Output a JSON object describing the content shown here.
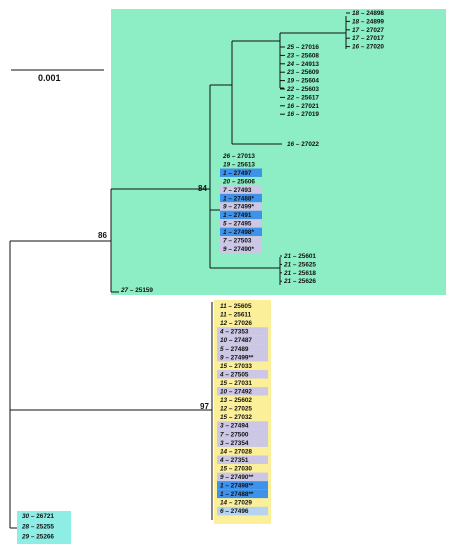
{
  "scale_bar": {
    "label": "0.001"
  },
  "bootstrap": {
    "inner_clade": "84",
    "upper_clade": "86",
    "lower_clade": "97"
  },
  "colors": {
    "green_box": "#8deec5",
    "cyan": "#8eeee6",
    "blue": "#3f92ea",
    "lavender": "#cdc7e6",
    "yellow": "#fbef9a",
    "light_blue": "#b6d3f0"
  },
  "groups": {
    "top_right": [
      [
        "18",
        "24898"
      ],
      [
        "18",
        "24899"
      ],
      [
        "17",
        "27027"
      ],
      [
        "17",
        "27017"
      ],
      [
        "16",
        "27020"
      ]
    ],
    "upper_mid": [
      [
        "25",
        "27016"
      ],
      [
        "23",
        "25608"
      ],
      [
        "24",
        "24913"
      ],
      [
        "23",
        "25609"
      ],
      [
        "19",
        "25604"
      ],
      [
        "22",
        "25603"
      ],
      [
        "22",
        "25617"
      ],
      [
        "16",
        "27021"
      ],
      [
        "16",
        "27019"
      ]
    ],
    "single": [
      [
        "16",
        "27022"
      ]
    ],
    "mixed": [
      [
        "26",
        "27013",
        ""
      ],
      [
        "19",
        "25613",
        ""
      ],
      [
        "1",
        "27497",
        "blue"
      ],
      [
        "20",
        "25606",
        ""
      ],
      [
        "7",
        "27493",
        "lavender"
      ],
      [
        "1",
        "27488*",
        "blue"
      ],
      [
        "9",
        "27499*",
        "lavender"
      ],
      [
        "1",
        "27491",
        "blue"
      ],
      [
        "5",
        "27495",
        "lavender"
      ],
      [
        "1",
        "27498*",
        "blue"
      ],
      [
        "7",
        "27503",
        "lavender"
      ],
      [
        "9",
        "27490*",
        "lavender"
      ]
    ],
    "right_group": [
      [
        "21",
        "25601"
      ],
      [
        "21",
        "25625"
      ],
      [
        "21",
        "25618"
      ],
      [
        "21",
        "25626"
      ]
    ],
    "outer": [
      [
        "27",
        "25159"
      ]
    ],
    "lower": [
      [
        "11",
        "25605",
        "yellow"
      ],
      [
        "11",
        "25611",
        "yellow"
      ],
      [
        "12",
        "27026",
        "yellow"
      ],
      [
        "4",
        "27353",
        "lavender"
      ],
      [
        "10",
        "27487",
        "lavender"
      ],
      [
        "5",
        "27489",
        "lavender"
      ],
      [
        "9",
        "27499**",
        "lavender"
      ],
      [
        "15",
        "27033",
        "yellow"
      ],
      [
        "4",
        "27505",
        "lavender"
      ],
      [
        "15",
        "27031",
        "yellow"
      ],
      [
        "10",
        "27492",
        "lavender"
      ],
      [
        "13",
        "25602",
        "yellow"
      ],
      [
        "12",
        "27025",
        "yellow"
      ],
      [
        "15",
        "27032",
        "yellow"
      ],
      [
        "3",
        "27494",
        "lavender"
      ],
      [
        "7",
        "27500",
        "lavender"
      ],
      [
        "3",
        "27354",
        "lavender"
      ],
      [
        "14",
        "27028",
        "yellow"
      ],
      [
        "4",
        "27351",
        "lavender"
      ],
      [
        "15",
        "27030",
        "yellow"
      ],
      [
        "9",
        "27490**",
        "lavender"
      ],
      [
        "1",
        "27498**",
        "blue"
      ],
      [
        "1",
        "27488**",
        "blue"
      ],
      [
        "14",
        "27029",
        "yellow"
      ],
      [
        "6",
        "27496",
        "light_blue"
      ]
    ],
    "bottom_left": [
      [
        "30",
        "26721"
      ],
      [
        "28",
        "25255"
      ],
      [
        "29",
        "25266"
      ]
    ]
  }
}
